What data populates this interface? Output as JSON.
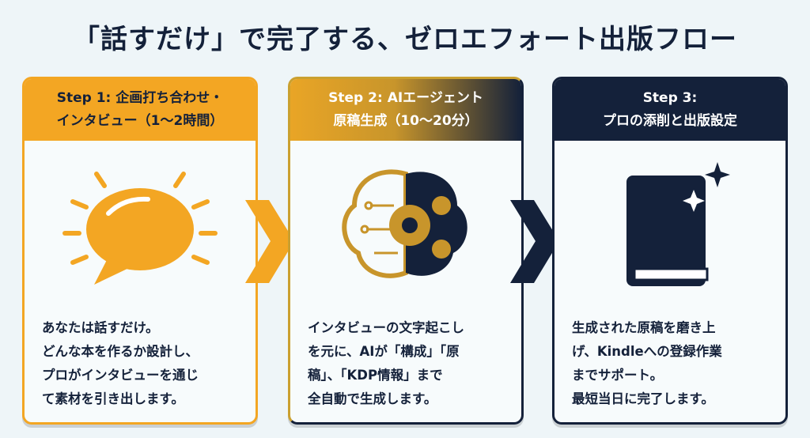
{
  "title": "「話すだけ」で完了する、ゼロエフォート出版フロー",
  "steps": [
    {
      "heading": "Step 1: 企画打ち合わせ・\nインタビュー（1〜2時間）",
      "icon": "speech-bubble-icon",
      "body": "あなたは話すだけ。\nどんな本を作るか設計し、\nプロがインタビューを通じ\nて素材を引き出します。",
      "color": "#f3a623"
    },
    {
      "heading": "Step 2: AIエージェント\n原稿生成（10〜20分）",
      "icon": "ai-brain-icon",
      "body": "インタビューの文字起こし\nを元に、AIが「構成」「原\n稿」、「KDP情報」まで\n全自動で生成します。",
      "color": "#c8952b"
    },
    {
      "heading": "Step 3:\nプロの添削と出版設定",
      "icon": "book-icon",
      "body": "生成された原稿を磨き上\nげ、Kindleへの登録作業\nまでサポート。\n最短当日に完了します。",
      "color": "#14213a"
    }
  ]
}
